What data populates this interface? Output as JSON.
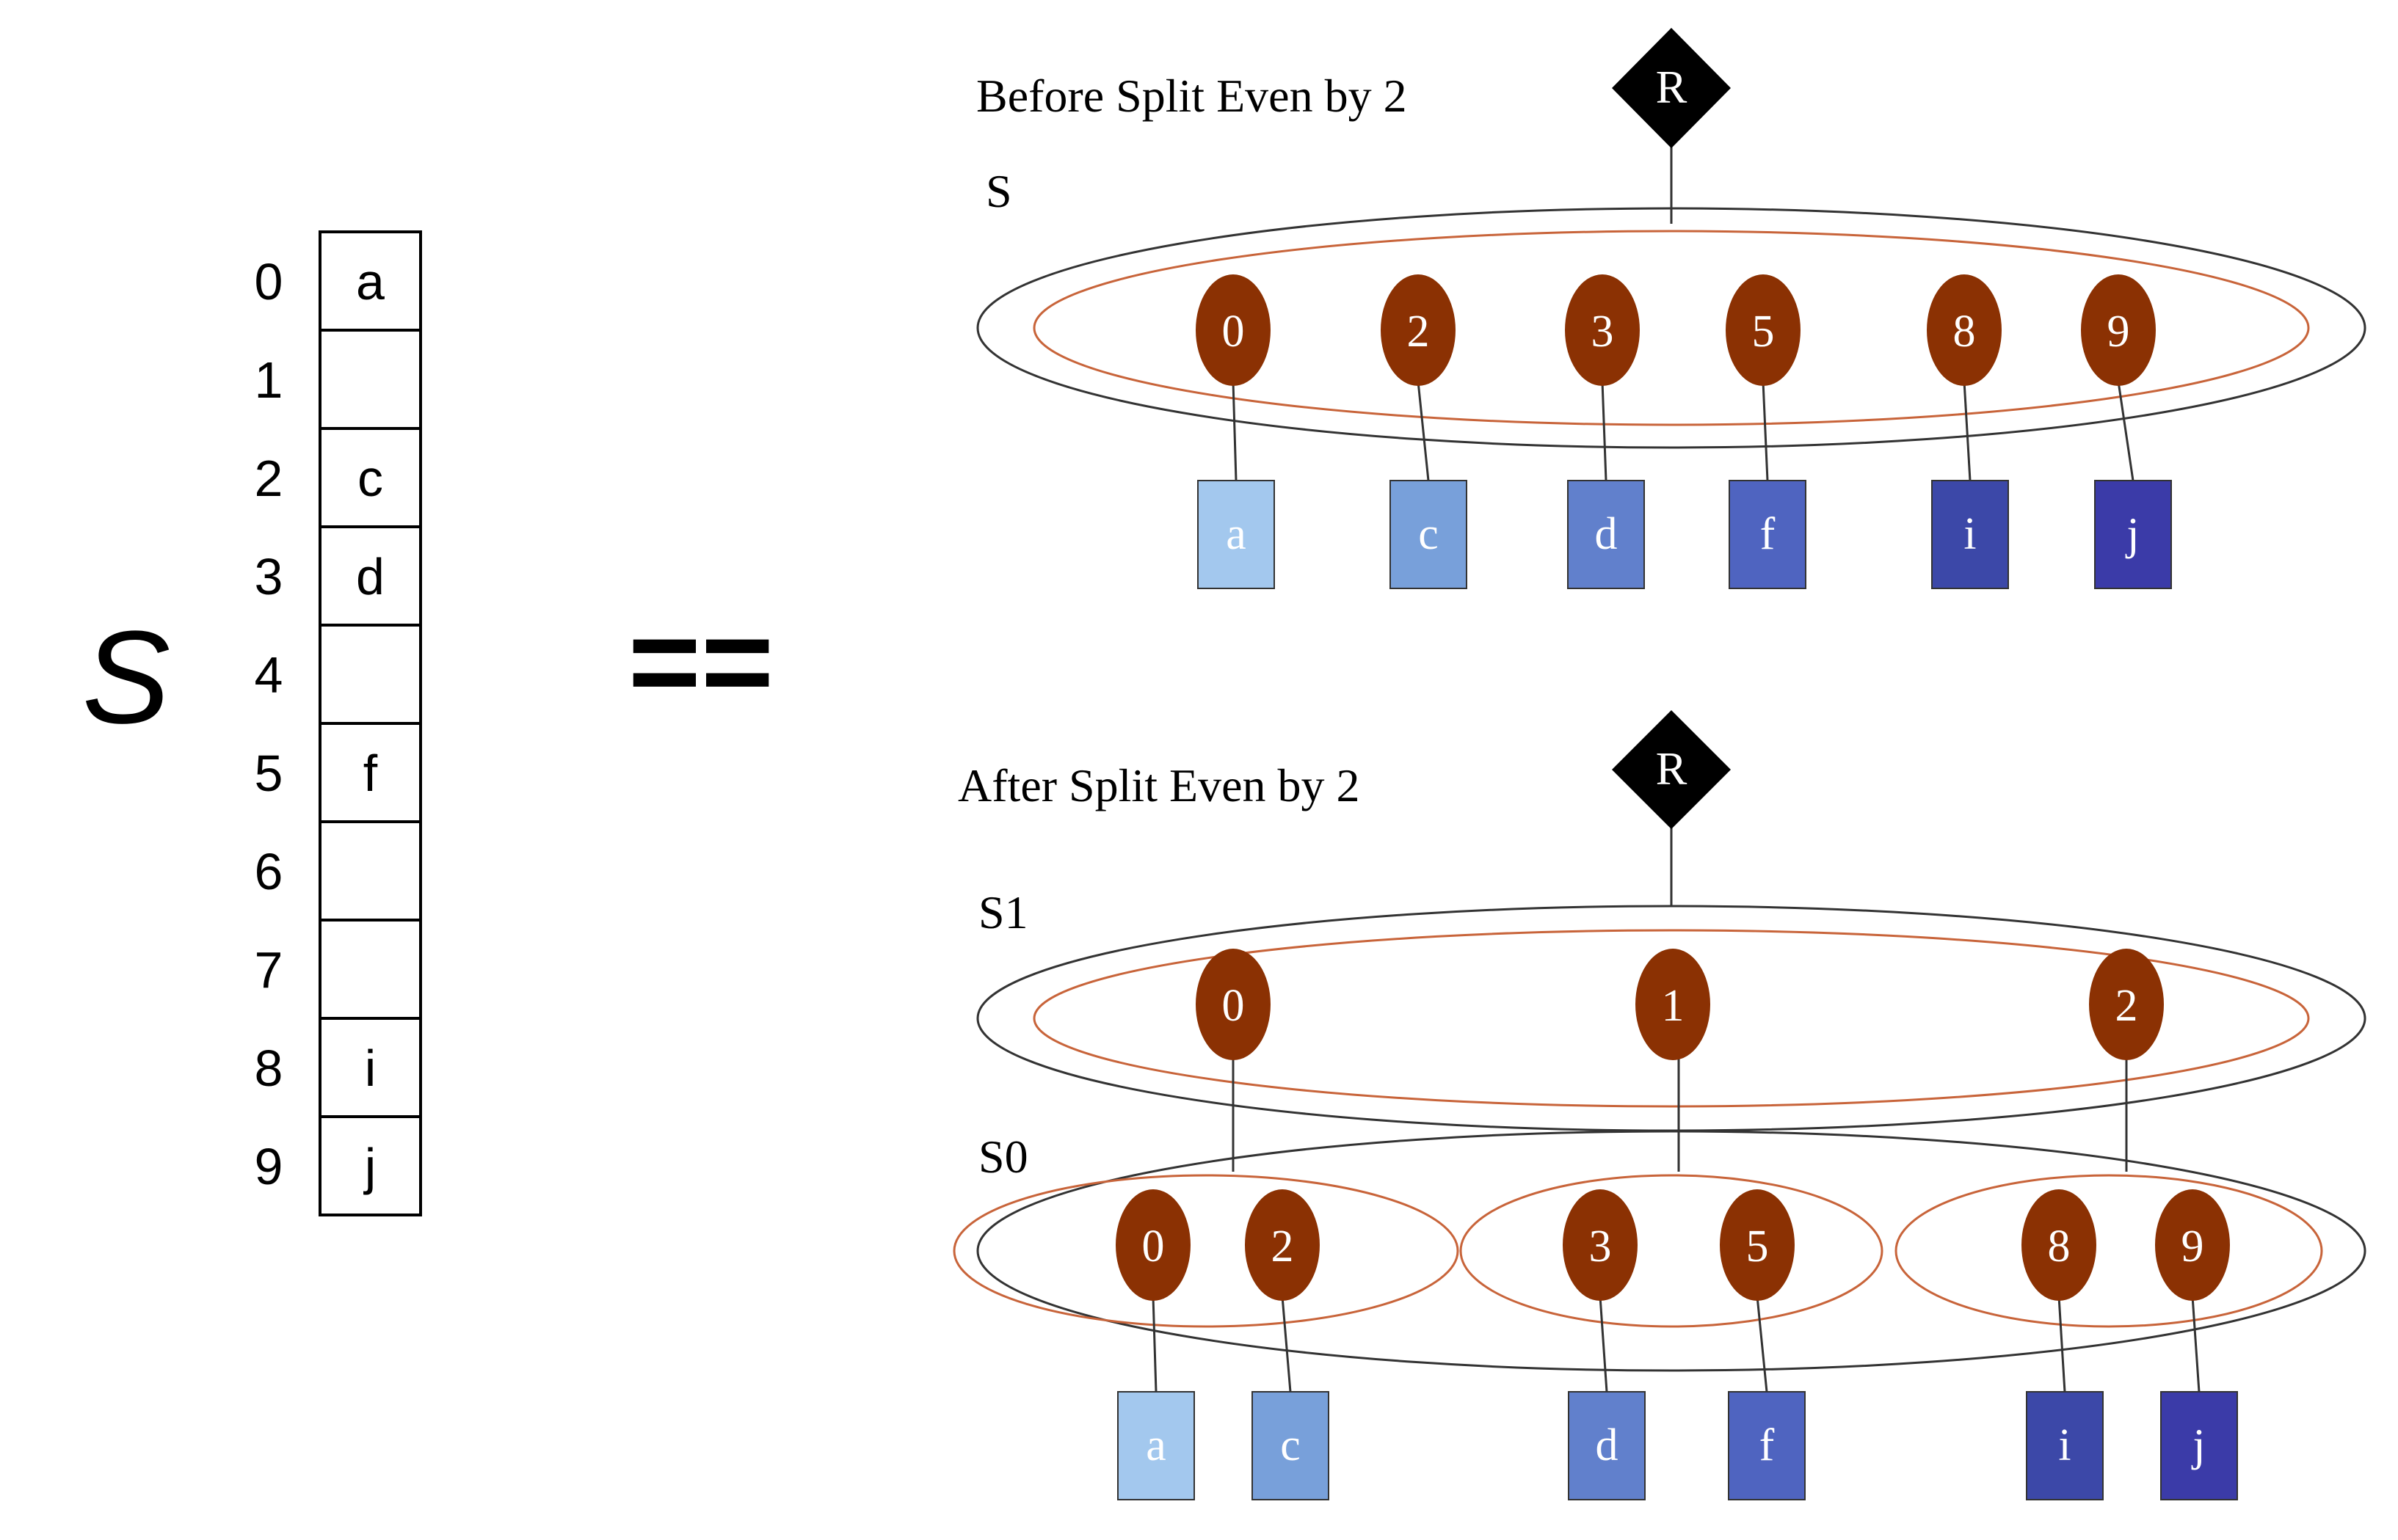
{
  "array_panel": {
    "symbol": "S",
    "rows": [
      {
        "index": "0",
        "value": "a"
      },
      {
        "index": "1",
        "value": ""
      },
      {
        "index": "2",
        "value": "c"
      },
      {
        "index": "3",
        "value": "d"
      },
      {
        "index": "4",
        "value": ""
      },
      {
        "index": "5",
        "value": "f"
      },
      {
        "index": "6",
        "value": ""
      },
      {
        "index": "7",
        "value": ""
      },
      {
        "index": "8",
        "value": "i"
      },
      {
        "index": "9",
        "value": "j"
      }
    ]
  },
  "equals_sign": "==",
  "before": {
    "title": "Before Split Even by 2",
    "root_label": "R",
    "set_label": "S",
    "keys": [
      "0",
      "2",
      "3",
      "5",
      "8",
      "9"
    ],
    "leaves": [
      "a",
      "c",
      "d",
      "f",
      "i",
      "j"
    ]
  },
  "after": {
    "title": "After Split Even by 2",
    "root_label": "R",
    "upper_set_label": "S1",
    "upper_keys": [
      "0",
      "1",
      "2"
    ],
    "lower_set_label": "S0",
    "lower_groups": [
      {
        "keys": [
          "0",
          "2"
        ],
        "leaves": [
          "a",
          "c"
        ]
      },
      {
        "keys": [
          "3",
          "5"
        ],
        "leaves": [
          "d",
          "f"
        ]
      },
      {
        "keys": [
          "8",
          "9"
        ],
        "leaves": [
          "i",
          "j"
        ]
      }
    ]
  },
  "colors": {
    "key_node": "#8b3103",
    "root_node": "#000000",
    "inner_ring": "#c8643a",
    "outer_ring": "#333333",
    "leaf_a": "#a3c8ee",
    "leaf_c": "#78a0da",
    "leaf_d": "#6180cc",
    "leaf_f": "#4f64c0",
    "leaf_i": "#3c48a8",
    "leaf_j": "#3b3ba8"
  }
}
